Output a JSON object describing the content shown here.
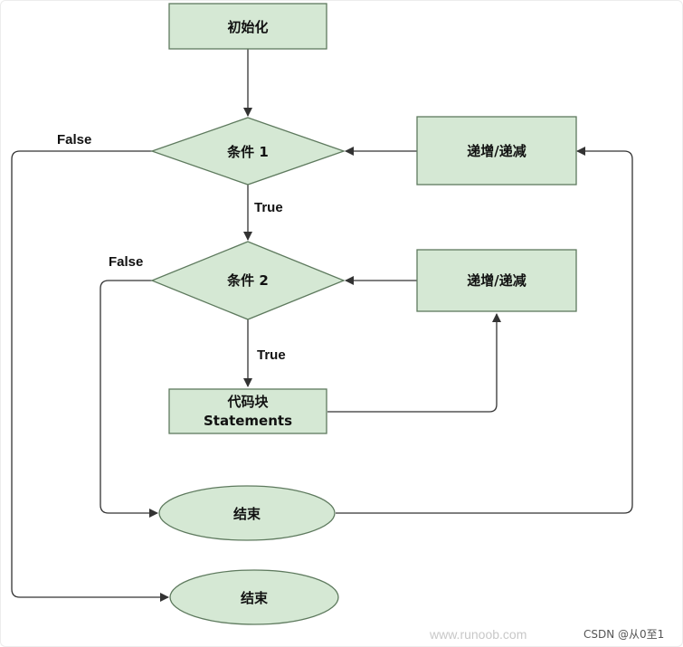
{
  "colors": {
    "node_fill": "#d5e8d4",
    "node_stroke": "#5e7a5e",
    "edge": "#333333"
  },
  "nodes": {
    "init": "初始化",
    "cond1": "条件 1",
    "incdec1": "递增/递减",
    "cond2": "条件 2",
    "incdec2": "递增/递减",
    "block_line1": "代码块",
    "block_line2": "Statements",
    "end1": "结束",
    "end2": "结束"
  },
  "edges": {
    "cond1_false": "False",
    "cond1_true": "True",
    "cond2_false": "False",
    "cond2_true": "True"
  },
  "watermarks": {
    "site": "www.runoob.com",
    "author": "CSDN @从0至1"
  }
}
